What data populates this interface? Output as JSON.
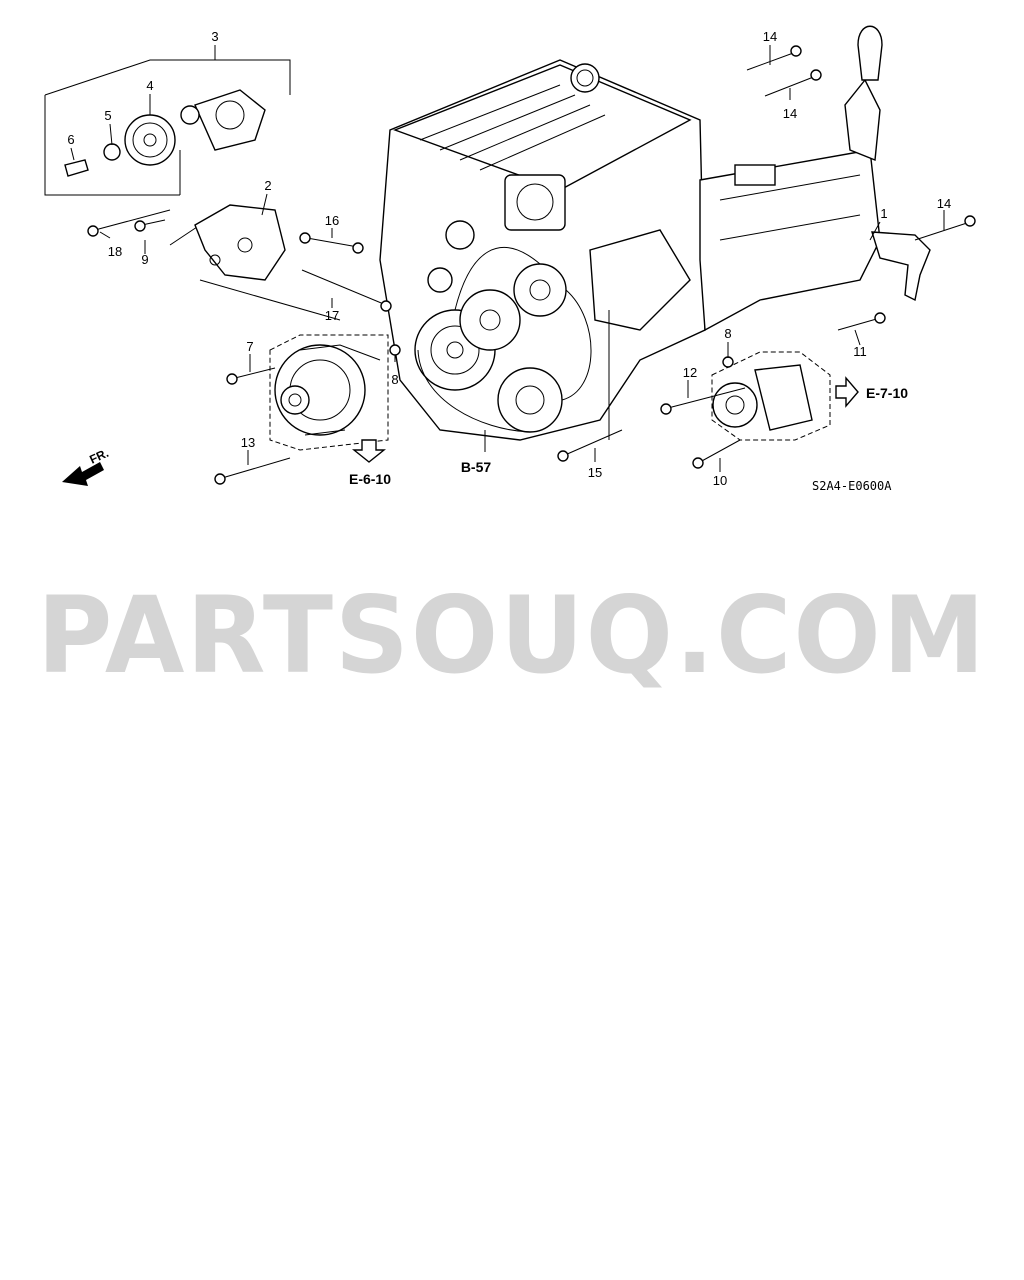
{
  "diagram": {
    "callouts": [
      "1",
      "2",
      "3",
      "4",
      "5",
      "6",
      "7",
      "8",
      "8",
      "9",
      "10",
      "11",
      "12",
      "13",
      "14",
      "14",
      "14",
      "15",
      "16",
      "17",
      "18"
    ],
    "refs": {
      "e6": "E-6-10",
      "e7": "E-7-10",
      "b57": "B-57"
    },
    "fr_label": "FR.",
    "code": "S2A4-E0600A",
    "watermark": "PARTSOUQ.COM"
  }
}
